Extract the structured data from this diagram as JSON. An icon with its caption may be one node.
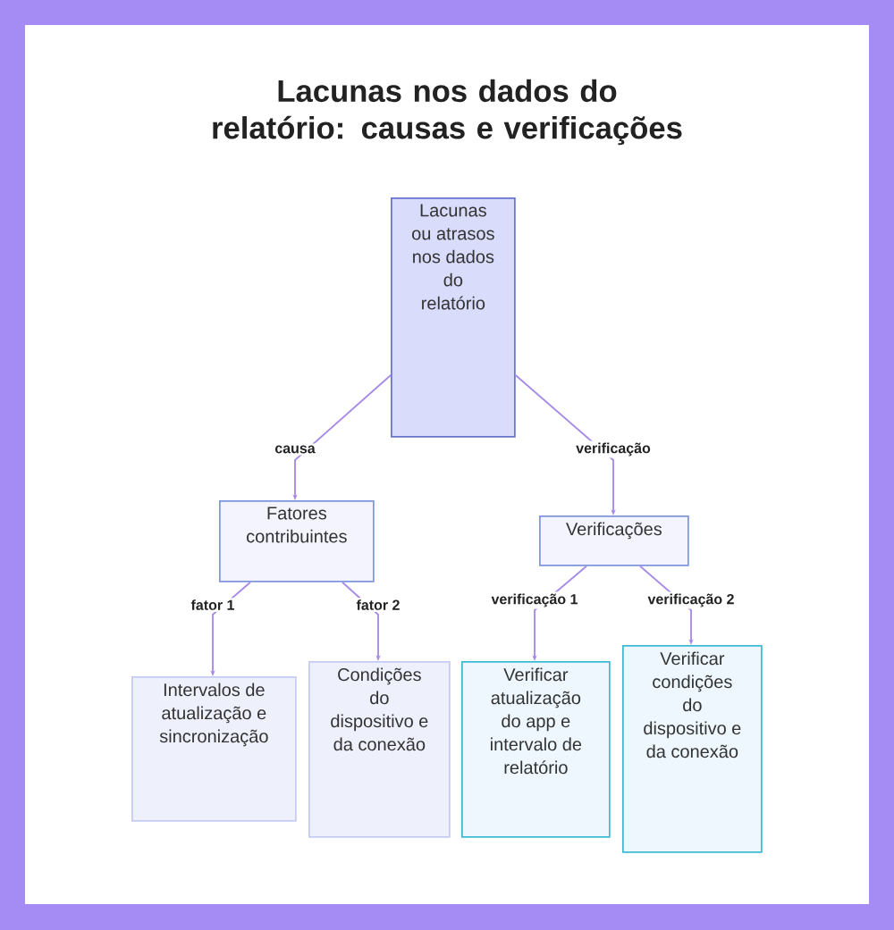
{
  "diagram": {
    "title": "Lacunas nos dados do relatório: causas e verificações",
    "nodes": [
      {
        "text": [
          "Lacunas ou atrasos nos dados do relatório"
        ]
      },
      {
        "text": [
          "Fatores contribuintes"
        ]
      },
      {
        "text": [
          "Verificações"
        ]
      },
      {
        "text": [
          "Intervalos de atualização e sincronização"
        ]
      },
      {
        "text": [
          "Condições do dispositivo e da conexão"
        ]
      },
      {
        "text": [
          "Verificar atualização do app e intervalo de relatório"
        ]
      },
      {
        "text": [
          "Verificar condições do dispositivo e da conexão"
        ]
      }
    ],
    "edges": [
      {
        "from": 0,
        "to": 1,
        "arrow": "to",
        "label": "causa"
      },
      {
        "from": 0,
        "to": 2,
        "arrow": "to",
        "label": "verificação"
      },
      {
        "from": 1,
        "to": 3,
        "arrow": "to",
        "label": "fator 1"
      },
      {
        "from": 1,
        "to": 4,
        "arrow": "to",
        "label": "fator 2"
      },
      {
        "from": 2,
        "to": 5,
        "arrow": "to",
        "label": "verificação 1"
      },
      {
        "from": 2,
        "to": 6,
        "arrow": "to",
        "label": "verificação 2"
      }
    ]
  }
}
